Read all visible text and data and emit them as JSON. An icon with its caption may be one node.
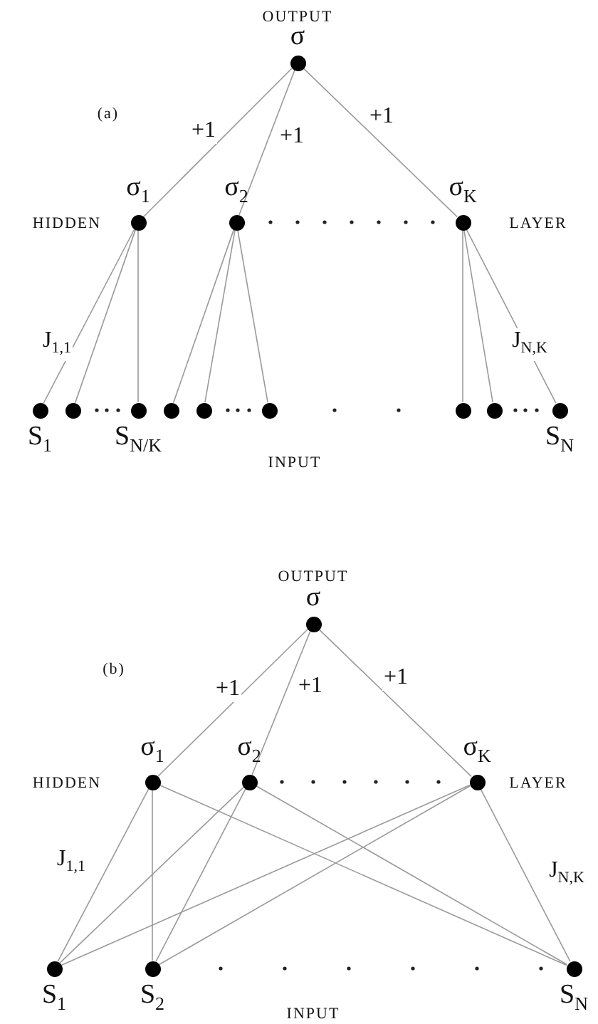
{
  "diagram": {
    "nodes": [
      {
        "text": [
          "σ"
        ]
      },
      {
        "text": [
          "σ$_{1}$"
        ]
      },
      {
        "text": [
          "σ$_{2}$"
        ]
      },
      {
        "text": [
          "σ$_{K}$"
        ]
      },
      {
        "text": [
          "S$_{1}$"
        ]
      },
      {
        "text": [],
        "shape": "circle"
      },
      {
        "text": [
          "S$_{N/K}$"
        ]
      },
      {
        "text": [],
        "shape": "circle"
      },
      {
        "text": [],
        "shape": "circle"
      },
      {
        "text": [],
        "shape": "circle"
      },
      {
        "text": [],
        "shape": "circle"
      },
      {
        "text": [],
        "shape": "circle"
      },
      {
        "text": [
          "S$_{N}$"
        ]
      },
      {
        "text": [
          "σ"
        ]
      },
      {
        "text": [
          "σ$_{1}$"
        ]
      },
      {
        "text": [
          "σ$_{2}$"
        ]
      },
      {
        "text": [
          "σ$_{K}$"
        ]
      },
      {
        "text": [
          "S$_{1}$"
        ]
      },
      {
        "text": [
          "S$_{2}$"
        ]
      },
      {
        "text": [
          "S$_{N}$"
        ]
      }
    ],
    "edges": [
      {
        "from": 0,
        "to": 1,
        "arrow": "none",
        "label": "+1"
      },
      {
        "from": 0,
        "to": 2,
        "arrow": "none",
        "label": "+1"
      },
      {
        "from": 0,
        "to": 3,
        "arrow": "none",
        "label": "+1"
      },
      {
        "from": 1,
        "to": 4,
        "arrow": "none",
        "label": "J$_{1,1}$"
      },
      {
        "from": 1,
        "to": 5,
        "arrow": "none"
      },
      {
        "from": 1,
        "to": 6,
        "arrow": "none"
      },
      {
        "from": 2,
        "to": 7,
        "arrow": "none"
      },
      {
        "from": 2,
        "to": 8,
        "arrow": "none"
      },
      {
        "from": 2,
        "to": 9,
        "arrow": "none"
      },
      {
        "from": 3,
        "to": 10,
        "arrow": "none"
      },
      {
        "from": 3,
        "to": 11,
        "arrow": "none"
      },
      {
        "from": 3,
        "to": 12,
        "arrow": "none",
        "label": "J$_{N,K}$"
      },
      {
        "from": 13,
        "to": 14,
        "arrow": "none",
        "label": "+1"
      },
      {
        "from": 13,
        "to": 15,
        "arrow": "none",
        "label": "+1"
      },
      {
        "from": 13,
        "to": 16,
        "arrow": "none",
        "label": "+1"
      },
      {
        "from": 14,
        "to": 17,
        "arrow": "none",
        "label": "J$_{1,1}$"
      },
      {
        "from": 14,
        "to": 18,
        "arrow": "none"
      },
      {
        "from": 14,
        "to": 19,
        "arrow": "none"
      },
      {
        "from": 15,
        "to": 17,
        "arrow": "none"
      },
      {
        "from": 15,
        "to": 18,
        "arrow": "none"
      },
      {
        "from": 15,
        "to": 19,
        "arrow": "none"
      },
      {
        "from": 16,
        "to": 17,
        "arrow": "none"
      },
      {
        "from": 16,
        "to": 18,
        "arrow": "none"
      },
      {
        "from": 16,
        "to": 19,
        "arrow": "none",
        "label": "J$_{N,K}$"
      }
    ],
    "labels": [
      "OUTPUT",
      "(a)",
      "HIDDEN",
      "LAYER",
      "INPUT",
      "OUTPUT",
      "(b)",
      "HIDDEN",
      "LAYER",
      "INPUT"
    ]
  }
}
